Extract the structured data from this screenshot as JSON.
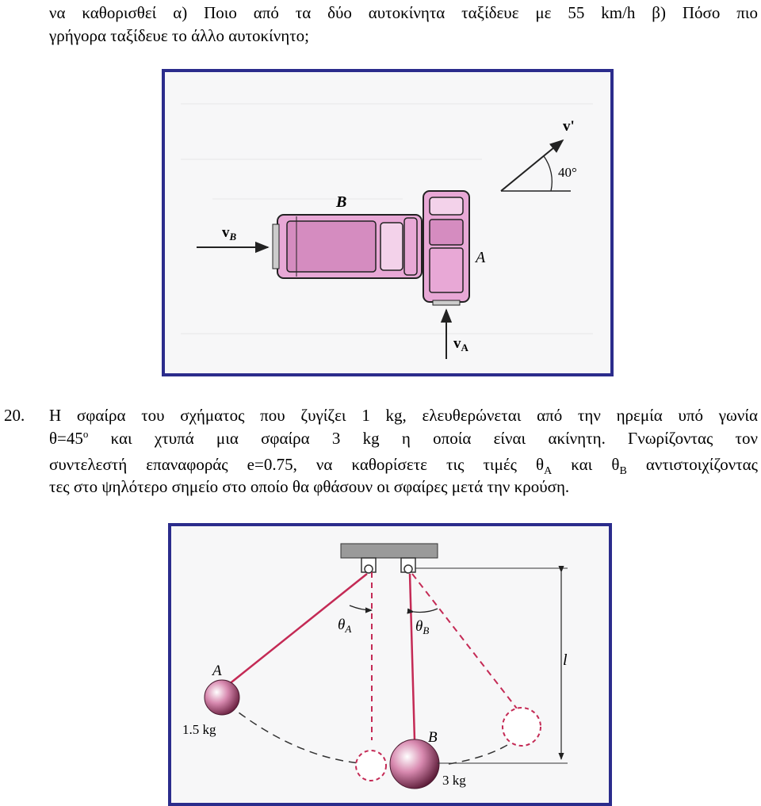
{
  "intro": {
    "line1": "να καθορισθεί α) Ποιο από τα δύο αυτοκίνητα ταξίδευε με 55 km/h β) Πόσο πιο",
    "line2": "γρήγορα ταξίδευε το άλλο αυτοκίνητο;"
  },
  "figure1": {
    "label_car_b": "B",
    "label_car_a": "A",
    "label_vb": "v",
    "label_vb_sub": "B",
    "label_va": "v",
    "label_va_sub": "A",
    "label_vprime": "v'",
    "label_angle": "40°"
  },
  "problem20": {
    "number": "20.",
    "line1": "Η σφαίρα του σχήματος που ζυγίζει 1 kg, ελευθερώνεται από την ηρεμία υπό γωνία",
    "line2_a": "θ=45",
    "line2_sup": "ο",
    "line2_b": " και χτυπά μια σφαίρα 3 kg η οποία είναι ακίνητη. Γνωρίζοντας τον",
    "line3_a": "συντελεστή επαναφοράς e=0.75, να καθορίσετε τις τιμές θ",
    "line3_sub1": "A",
    "line3_b": " και θ",
    "line3_sub2": "B",
    "line3_c": " αντιστοιχίζοντας",
    "line4": "τες στο ψηλότερο σημείο στο οποίο θα φθάσουν οι σφαίρες μετά την κρούση."
  },
  "figure2": {
    "label_theta": "θ",
    "label_theta_a_sub": "A",
    "label_theta_b_sub": "B",
    "label_a": "A",
    "label_b": "B",
    "mass_a": "1.5 kg",
    "mass_b": "3 kg",
    "label_l": "l"
  },
  "colors": {
    "figure_border": "#2b2c8c",
    "car_fill": "#e8a8d6",
    "pendulum_line": "#c42a55"
  }
}
